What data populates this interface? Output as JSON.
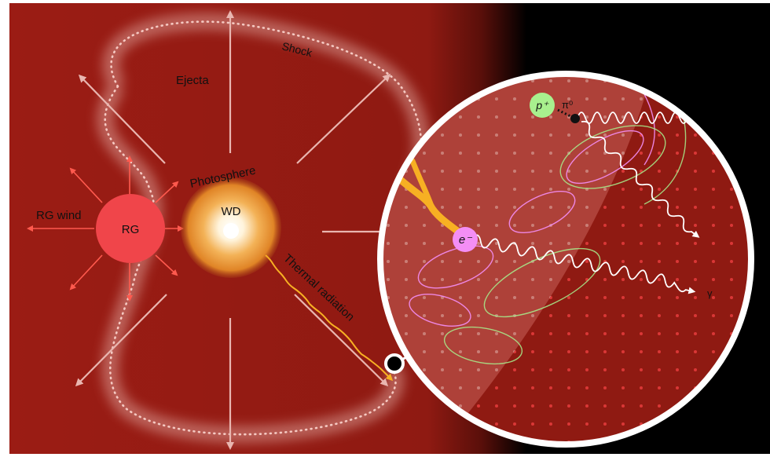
{
  "labels": {
    "shock": "Shock",
    "ejecta": "Ejecta",
    "photosphere": "Photosphere",
    "wd": "WD",
    "rg": "RG",
    "rg_wind": "RG wind",
    "thermal_radiation": "Thermal radiation",
    "electron": "e⁻",
    "proton": "p⁺",
    "pion": "π⁰",
    "gamma": "γ"
  },
  "colors": {
    "background_red": "#9b1c14",
    "rg_fill": "#f0454a",
    "wind_arrows": "#ff5a4e",
    "photosphere_orange": "#e8902a",
    "electron_fill": "#f48ef5",
    "proton_fill": "#a8f08e",
    "thermal_ray": "#f7b023",
    "electron_path": "#f7b023",
    "shock_dots": "#f5c9c2",
    "ejecta_arrows": "#e9b6b0"
  }
}
